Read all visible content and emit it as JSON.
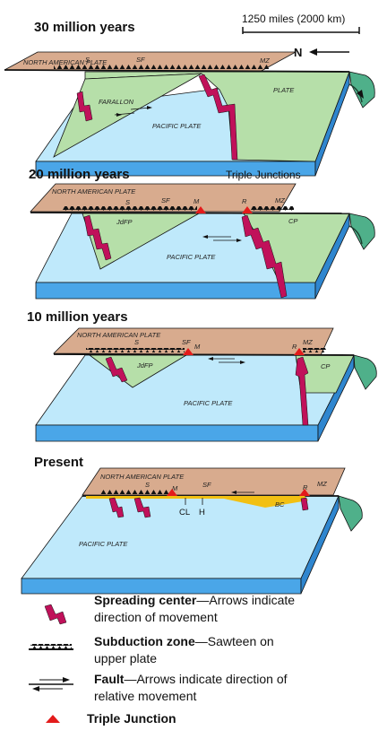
{
  "panels": [
    {
      "title": "30 million years",
      "labels": {
        "plate": "NORTH AMERICAN PLATE",
        "s": "S",
        "sf": "SF",
        "mz": "MZ",
        "farallon": "FARALLON",
        "plate_word": "PLATE",
        "pacific": "PACIFIC PLATE"
      }
    },
    {
      "title": "20 million years",
      "labels": {
        "plate": "NORTH AMERICAN PLATE",
        "s": "S",
        "sf": "SF",
        "m": "M",
        "r": "R",
        "mz": "MZ",
        "jdfp": "JdFP",
        "cp": "CP",
        "pacific": "PACIFIC PLATE"
      }
    },
    {
      "title": "10 million years",
      "labels": {
        "plate": "NORTH AMERICAN PLATE",
        "s": "S",
        "sf": "SF",
        "m": "M",
        "r": "R",
        "mz": "MZ",
        "jdfp": "JdFP",
        "cp": "CP",
        "pacific": "PACIFIC PLATE"
      }
    },
    {
      "title": "Present",
      "labels": {
        "plate": "NORTH AMERICAN PLATE",
        "s": "S",
        "sf": "SF",
        "m": "M",
        "r": "R",
        "mz": "MZ",
        "bc": "BC",
        "cl": "CL",
        "h": "H",
        "pacific": "PACIFIC PLATE"
      }
    }
  ],
  "scale_text": "1250 miles (2000 km)",
  "north": "N",
  "triple_junctions_label": "Triple Junctions",
  "legend": [
    {
      "bold": "Spreading center",
      "rest": "—Arrows indicate",
      "line2": "direction of movement"
    },
    {
      "bold": "Subduction zone",
      "rest": "—Sawteen on",
      "line2": "upper plate"
    },
    {
      "bold": "Fault",
      "rest": "—Arrows indicate direction of",
      "line2": "relative movement"
    },
    {
      "bold": "Triple Junction",
      "rest": "",
      "line2": ""
    }
  ],
  "colors": {
    "north_american": "#d8ab8e",
    "ocean_top": "#bfe9fb",
    "ocean_side": "#4aa6e8",
    "farallon": "#b6dfa9",
    "farallon_side": "#4fb08a",
    "spreading": "#c0115a",
    "triple": "#e31b1b",
    "bc": "#f2c012"
  }
}
